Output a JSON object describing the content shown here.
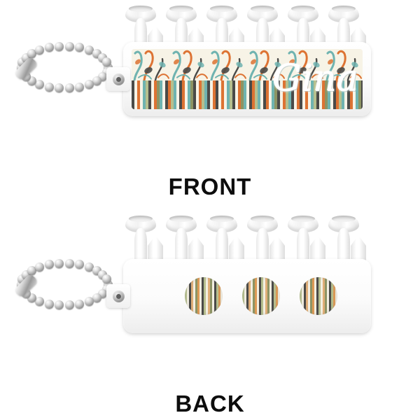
{
  "product": {
    "type": "golf-tee-holder",
    "personalized_name": "Gina",
    "tee_color": "white",
    "body_color": "#ffffff",
    "chain": "silver-ball-chain"
  },
  "views": [
    {
      "id": "front",
      "caption": "FRONT",
      "tee_count_cupped": 6,
      "tee_count_spike": 6,
      "label": {
        "name_text": "Gina",
        "pattern_top": "floral-swirl",
        "pattern_bottom": "vertical-stripes"
      }
    },
    {
      "id": "back",
      "caption": "BACK",
      "tee_count_cupped": 6,
      "tee_count_spike": 6,
      "label": {
        "dot_count": 3,
        "dot_pattern": "vertical-stripes"
      }
    }
  ],
  "palette": {
    "cream": "#f7f3e6",
    "orange": "#dd7333",
    "teal": "#6fb3b0",
    "charcoal": "#4a4a48",
    "sage": "#b6bf8e",
    "olive": "#8d9464",
    "white": "#ffffff",
    "caption_color": "#0d0d0d",
    "background": "#ffffff"
  },
  "front_stripes": [
    "#4a4a48",
    "#f7f3e6",
    "#dd7333",
    "#f7f3e6",
    "#6fb3b0",
    "#b6bf8e",
    "#4a4a48",
    "#f7f3e6",
    "#dd7333",
    "#8d9464",
    "#6fb3b0",
    "#f7f3e6",
    "#4a4a48",
    "#dd7333",
    "#b6bf8e",
    "#6fb3b0",
    "#f7f3e6",
    "#4a4a48",
    "#dd7333",
    "#f7f3e6",
    "#6fb3b0",
    "#8d9464",
    "#4a4a48",
    "#f7f3e6",
    "#dd7333",
    "#b6bf8e",
    "#6fb3b0",
    "#4a4a48",
    "#f7f3e6",
    "#dd7333"
  ],
  "back_dot_stripes": [
    "#b6bf8e",
    "#f3efe2",
    "#4a4a48",
    "#e0ae78",
    "#f3efe2",
    "#8d9464",
    "#dd9a55",
    "#f3efe2",
    "#4a4a48",
    "#b6bf8e",
    "#f3efe2",
    "#e0ae78",
    "#8d9464",
    "#f3efe2",
    "#4a4a48",
    "#b6bf8e",
    "#dd9a55",
    "#f3efe2",
    "#4a4a48",
    "#b6bf8e"
  ]
}
